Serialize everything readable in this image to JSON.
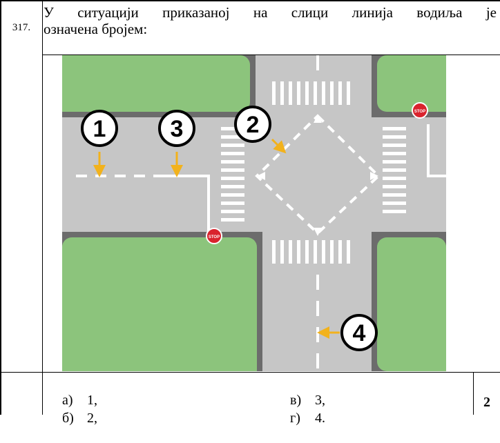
{
  "question": {
    "number": "317.",
    "text_line1": "У ситуацији приказаној на слици линија водиља је",
    "text_line2": "означена бројем:"
  },
  "figure": {
    "callout_labels": [
      "1",
      "3",
      "2",
      "4"
    ],
    "stop_sign_text": "STOP",
    "colors": {
      "grass": "#8cc47c",
      "road": "#c6c6c6",
      "curb": "#6c6c6c",
      "marking": "#ffffff",
      "arrow": "#f2b21c",
      "stop_sign": "#d9232d"
    }
  },
  "answers": [
    {
      "label": "а)",
      "value": "1,"
    },
    {
      "label": "б)",
      "value": "2,"
    },
    {
      "label": "в)",
      "value": "3,"
    },
    {
      "label": "г)",
      "value": "4."
    }
  ],
  "points": "2"
}
